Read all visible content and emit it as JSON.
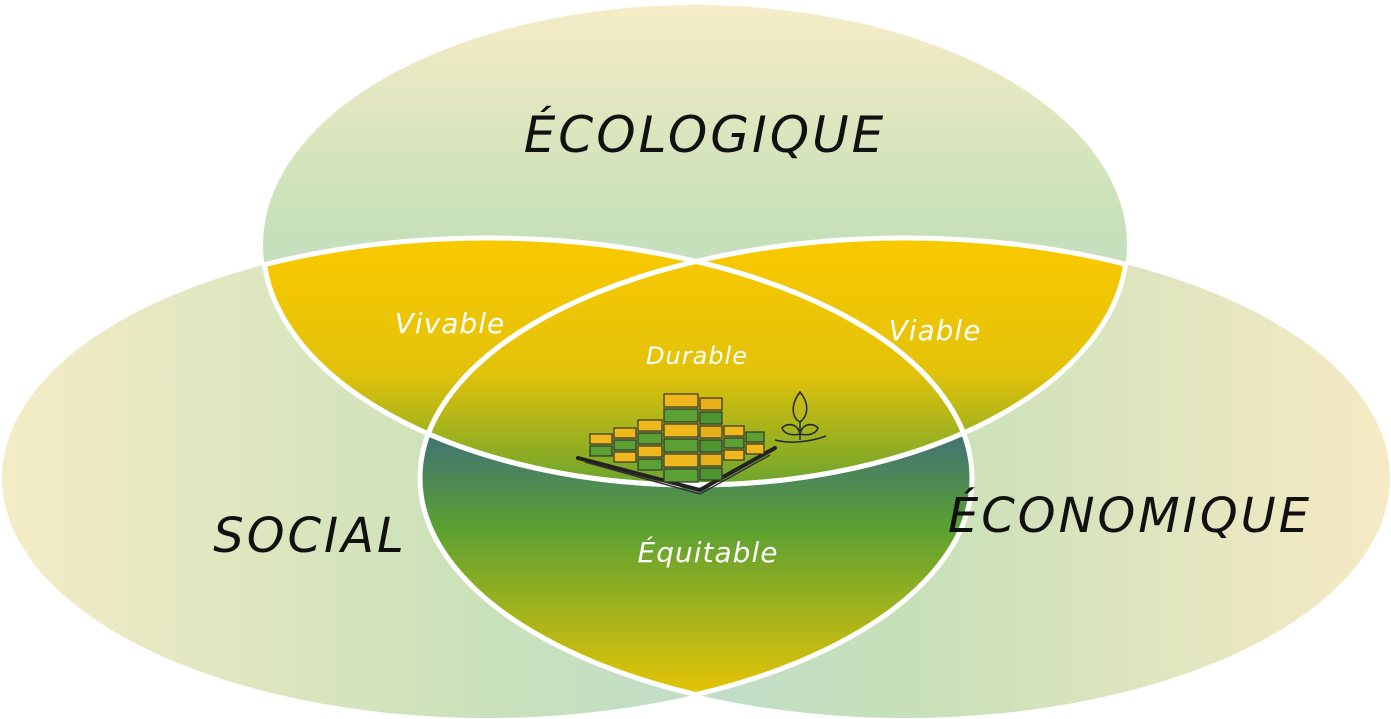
{
  "diagram": {
    "circles": {
      "ecology": "ÉCOLOGIQUE",
      "social": "SOCIAL",
      "economy": "ÉCONOMIQUE"
    },
    "overlaps": {
      "ecology_social": "Vivable",
      "ecology_economy": "Viable",
      "social_economy": "Équitable",
      "center": "Durable"
    },
    "colors": {
      "yellow": "#f9c800",
      "green": "#5aa032",
      "blue": "#2f4f9c",
      "circle_pale_yellow": "#f6ecc4",
      "circle_pale_green": "#c9e0b6",
      "circle_pale_blue": "#bcd8de"
    },
    "center_illustration": [
      "building-icon",
      "leaf-icon"
    ]
  }
}
